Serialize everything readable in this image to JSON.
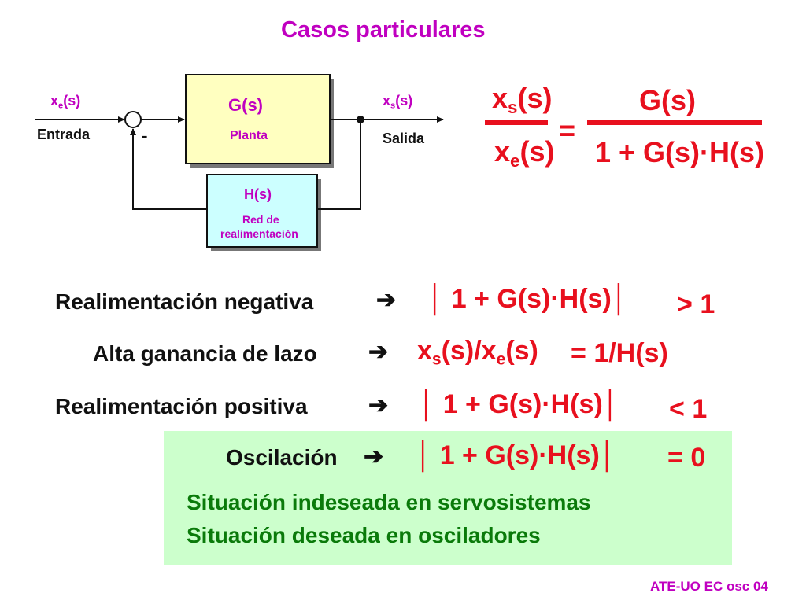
{
  "title": "Casos particulares",
  "diagram": {
    "input_signal": {
      "base": "x",
      "sub": "e",
      "arg": "(s)"
    },
    "input_label": "Entrada",
    "output_signal": {
      "base": "x",
      "sub": "s",
      "arg": "(s)"
    },
    "output_label": "Salida",
    "minus_sign": "-",
    "plant": {
      "name": "G(s)",
      "label": "Planta"
    },
    "feedback": {
      "name": "H(s)",
      "label_line1": "Red de",
      "label_line2": "realimentación"
    }
  },
  "transfer_function": {
    "lhs_num": {
      "base": "x",
      "sub": "s",
      "arg": "(s)"
    },
    "lhs_den": {
      "base": "x",
      "sub": "e",
      "arg": "(s)"
    },
    "equals": "=",
    "rhs_num": "G(s)",
    "rhs_den": "1 + G(s)·H(s)"
  },
  "cases": [
    {
      "label": "Realimentación negativa",
      "arrow": "➔",
      "expr": "1 + G(s)·H(s)",
      "relation": ">",
      "value": "1"
    },
    {
      "label": "Alta ganancia de lazo",
      "arrow": "➔",
      "ratio": {
        "a_base": "x",
        "a_sub": "s",
        "a_arg": "(s)/",
        "b_base": "x",
        "b_sub": "e",
        "b_arg": "(s)"
      },
      "relation": "=",
      "value": "1/H(s)"
    },
    {
      "label": "Realimentación positiva",
      "arrow": "➔",
      "expr": "1 + G(s)·H(s)",
      "relation": "<",
      "value": "1"
    },
    {
      "label": "Oscilación",
      "arrow": "➔",
      "expr": "1 + G(s)·H(s)",
      "relation": "=",
      "value": "0"
    }
  ],
  "oscillation_notes": [
    "Situación indeseada en servosistemas",
    "Situación deseada en osciladores"
  ],
  "footer": "ATE-UO EC osc 04",
  "colors": {
    "title": "#c000c0",
    "formula": "#e8101e",
    "notes_bg": "#ccffcc",
    "notes_text": "#0a7a0a",
    "plant_box": "#ffffc0",
    "feedback_box": "#ccffff"
  }
}
